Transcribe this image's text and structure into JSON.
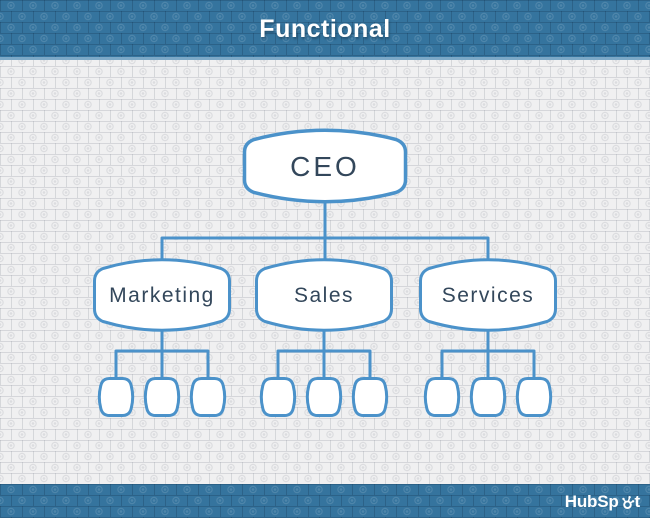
{
  "header": {
    "title": "Functional"
  },
  "org_chart": {
    "type": "organizational-chart",
    "structure": "functional",
    "root": {
      "label": "CEO"
    },
    "departments": [
      {
        "label": "Marketing",
        "team_size": 3
      },
      {
        "label": "Sales",
        "team_size": 3
      },
      {
        "label": "Services",
        "team_size": 3
      }
    ]
  },
  "footer": {
    "brand": "HubSpot",
    "logo_prefix": "HubSp",
    "logo_suffix": "t"
  },
  "colors": {
    "bar_blue": "#35749e",
    "accent_blue": "#4b92ca",
    "text_navy": "#33475b",
    "node_fill": "#ffffff",
    "background": "#f0f0f1"
  }
}
